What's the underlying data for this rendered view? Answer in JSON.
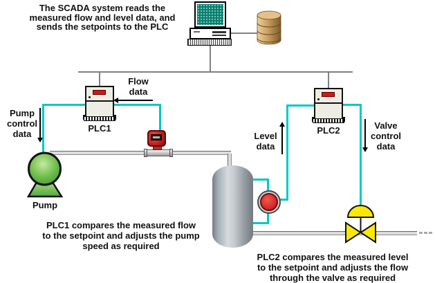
{
  "notes": {
    "scada": [
      "The SCADA system reads the",
      "measured flow and level data, and",
      "sends the setpoints to the PLC"
    ],
    "plc1": [
      "PLC1 compares the measured flow",
      "to the setpoint and adjusts the pump",
      "speed as required"
    ],
    "plc2": [
      "PLC2 compares the measured level",
      "to the setpoint and adjusts the flow",
      "through the valve as required"
    ]
  },
  "labels": {
    "flow_data": [
      "Flow",
      "data"
    ],
    "pump_control": [
      "Pump",
      "control",
      "data"
    ],
    "level_data": [
      "Level",
      "data"
    ],
    "valve_control": [
      "Valve",
      "control",
      "data"
    ],
    "plc1": "PLC1",
    "plc2": "PLC2",
    "pump": "Pump"
  },
  "colors": {
    "signal_cyan": "#00C9C9",
    "network_gray": "#808080",
    "pipe_gray": "#DCDCDC",
    "plc_body": "#EDEDE3",
    "display_red": "#E11212",
    "sensor_red": "#D92B2B",
    "valve_yellow": "#FFE800",
    "pump_green": "#57B33A",
    "tank_gray": "#B9BFC6",
    "database_tan": "#C99F5F",
    "screen_teal": "#0B7C6E"
  }
}
